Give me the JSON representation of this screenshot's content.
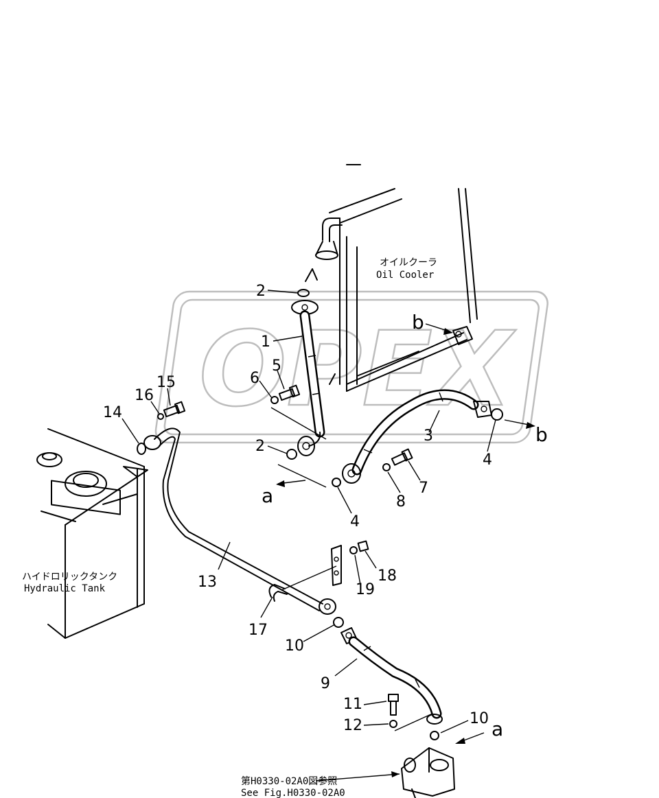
{
  "watermark": {
    "text": "OPEX"
  },
  "labels": {
    "oil_cooler_jp": "オイルクーラ",
    "oil_cooler_en": "Oil Cooler",
    "hydraulic_tank_jp": "ハイドロリックタンク",
    "hydraulic_tank_en": "Hydraulic Tank",
    "see_fig_jp": "第H0330-02A0図参照",
    "see_fig_en": "See Fig.H0330-02A0"
  },
  "callouts": [
    "1",
    "2",
    "2",
    "3",
    "4",
    "4",
    "5",
    "6",
    "7",
    "8",
    "9",
    "10",
    "10",
    "11",
    "12",
    "13",
    "14",
    "15",
    "16",
    "17",
    "18",
    "19"
  ],
  "connection_letters": [
    "a",
    "a",
    "b",
    "b"
  ]
}
